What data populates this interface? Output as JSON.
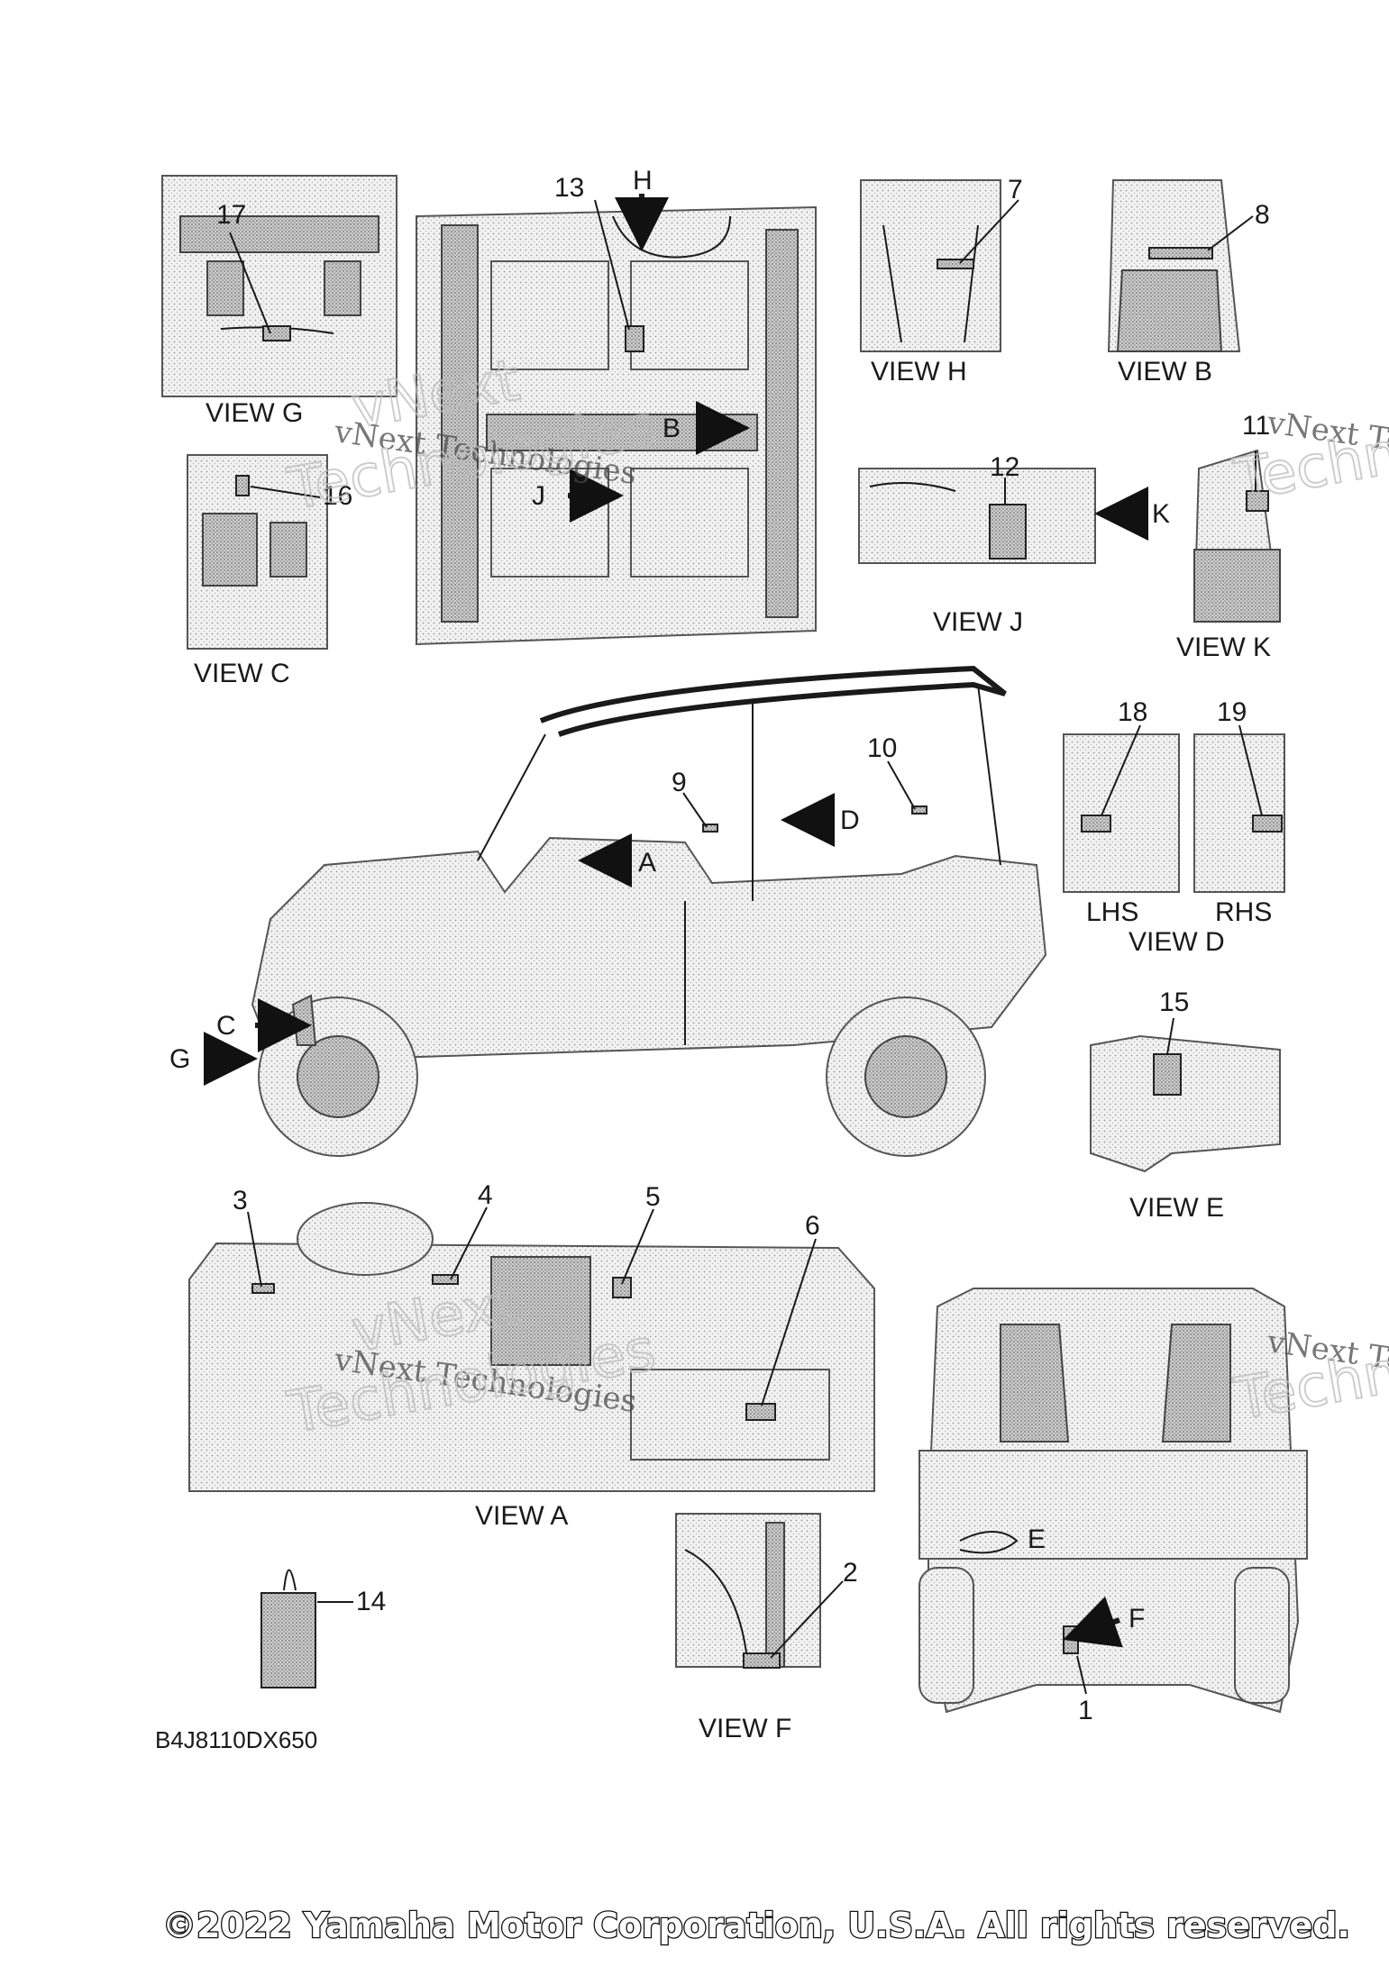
{
  "views": {
    "g": "VIEW G",
    "h": "VIEW H",
    "b": "VIEW B",
    "c": "VIEW C",
    "j": "VIEW J",
    "k": "VIEW K",
    "d": "VIEW D",
    "e": "VIEW E",
    "a": "VIEW A",
    "f": "VIEW F",
    "lhs": "LHS",
    "rhs": "RHS"
  },
  "arrows": {
    "h": "H",
    "b": "B",
    "j": "J",
    "k": "K",
    "d": "D",
    "a": "A",
    "c": "C",
    "g": "G",
    "e": "E",
    "f": "F"
  },
  "callouts": [
    "1",
    "2",
    "3",
    "4",
    "5",
    "6",
    "7",
    "8",
    "9",
    "10",
    "11",
    "12",
    "13",
    "14",
    "15",
    "16",
    "17",
    "18",
    "19"
  ],
  "diagram_code": "B4J8110DX650",
  "watermark": {
    "line1": "vNext",
    "line2": "vNext Technologies",
    "line3": "Technologies",
    "right_fragment": "vNext Te",
    "right_fragment_outline": "Techno"
  },
  "copyright": "©2022 Yamaha Motor Corporation, U.S.A. All rights reserved."
}
